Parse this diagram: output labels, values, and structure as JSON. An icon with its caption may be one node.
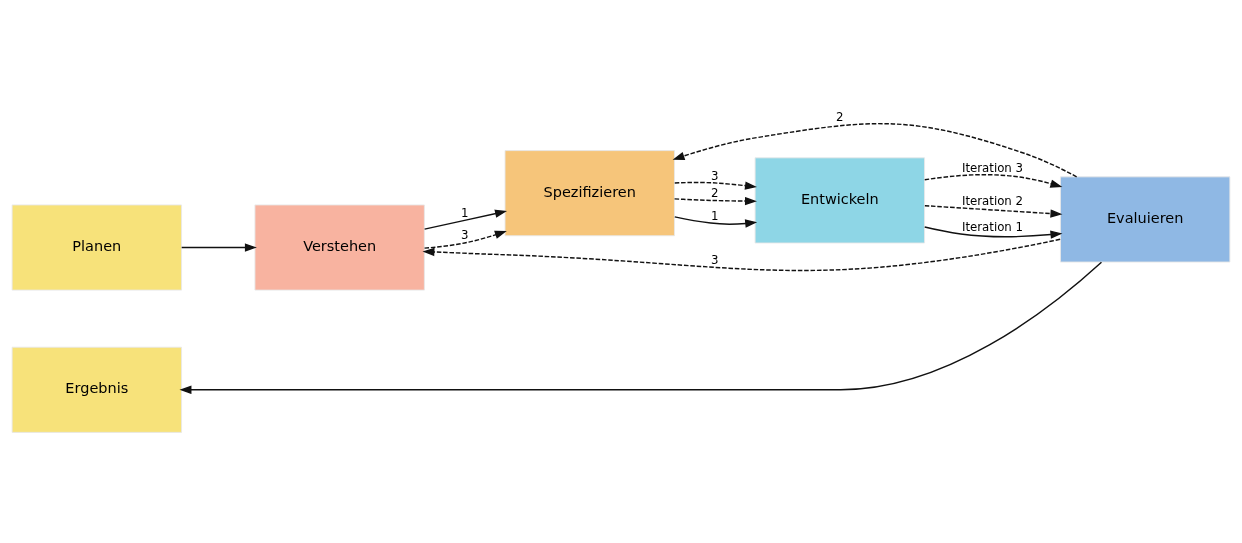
{
  "diagram": {
    "nodes": [
      {
        "text": [
          "Planen"
        ]
      },
      {
        "text": [
          "Verstehen"
        ]
      },
      {
        "text": [
          "Ergebnis"
        ]
      },
      {
        "text": [
          "Evaluieren"
        ]
      },
      {
        "text": [
          "Spezifizieren"
        ]
      },
      {
        "text": [
          "Entwickeln"
        ]
      }
    ],
    "edges": [
      {
        "from": 0,
        "to": 1,
        "arrow": "to"
      },
      {
        "from": 1,
        "to": 4,
        "arrow": "to",
        "label": "1"
      },
      {
        "from": 1,
        "to": 4,
        "arrow": "to",
        "label": "3",
        "style": "dashed"
      },
      {
        "from": 3,
        "to": 1,
        "arrow": "to",
        "label": "3",
        "style": "dashed"
      },
      {
        "from": 3,
        "to": 2,
        "arrow": "to"
      },
      {
        "from": 3,
        "to": 4,
        "arrow": "to",
        "label": "2",
        "style": "dashed"
      },
      {
        "from": 4,
        "to": 5,
        "arrow": "to",
        "label": "3",
        "style": "dashed"
      },
      {
        "from": 4,
        "to": 5,
        "arrow": "to",
        "label": "2",
        "style": "dashed"
      },
      {
        "from": 4,
        "to": 5,
        "arrow": "to",
        "label": "1"
      },
      {
        "from": 5,
        "to": 3,
        "arrow": "to",
        "label": "Iteration 3",
        "style": "dashed"
      },
      {
        "from": 5,
        "to": 3,
        "arrow": "to",
        "label": "Iteration 2",
        "style": "dashed"
      },
      {
        "from": 5,
        "to": 3,
        "arrow": "to",
        "label": "Iteration 1"
      }
    ]
  }
}
